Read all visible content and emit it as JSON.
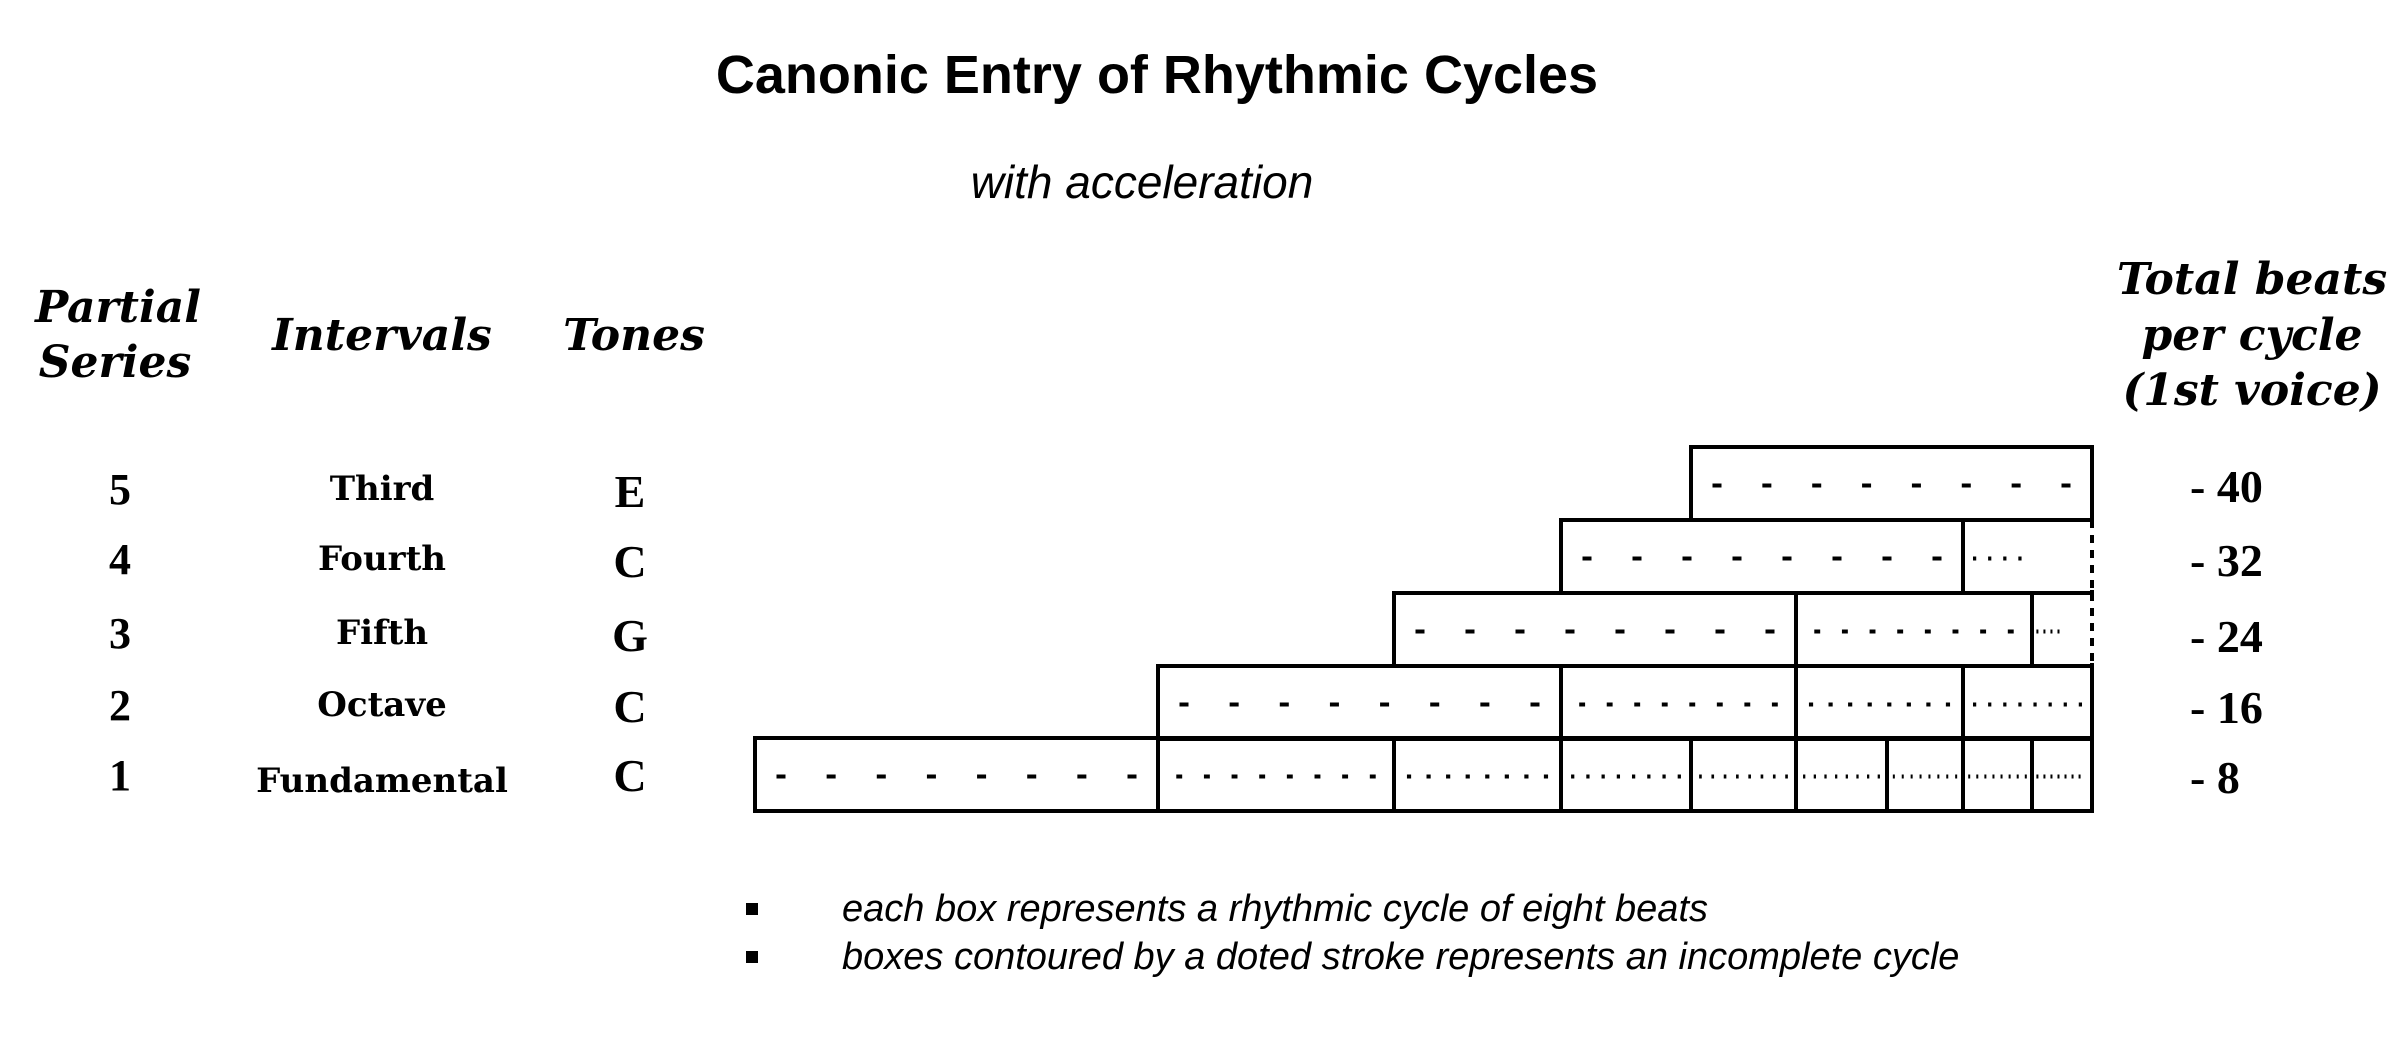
{
  "title": "Canonic Entry of Rhythmic Cycles",
  "subtitle": "with acceleration",
  "headers": {
    "partial_series": [
      "Partial",
      "Series"
    ],
    "intervals": "Intervals",
    "tones": "Tones",
    "total_beats": [
      "Total beats",
      "per cycle",
      "(1st voice)"
    ]
  },
  "rows": [
    {
      "partial": "5",
      "interval": "Third",
      "tone": "E",
      "total": "- 40",
      "entry_cycle": 5
    },
    {
      "partial": "4",
      "interval": "Fourth",
      "tone": "C",
      "total": "- 32",
      "entry_cycle": 4
    },
    {
      "partial": "3",
      "interval": "Fifth",
      "tone": "G",
      "total": "- 24",
      "entry_cycle": 3
    },
    {
      "partial": "2",
      "interval": "Octave",
      "tone": "C",
      "total": "- 16",
      "entry_cycle": 2
    },
    {
      "partial": "1",
      "interval": "Fundamental",
      "tone": "C",
      "total": "- 8",
      "entry_cycle": 1
    }
  ],
  "beats_per_cycle": 8,
  "notes": [
    "each box represents a rhythmic cycle of eight beats",
    "boxes contoured by a doted stroke represents an incomplete cycle"
  ]
}
